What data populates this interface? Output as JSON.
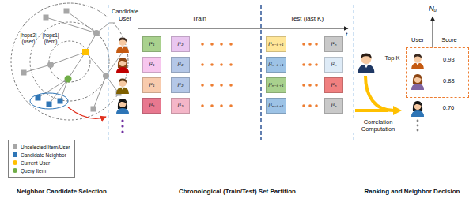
{
  "diagram": {
    "nodes": [
      {
        "text": [
          "I¹₁"
        ]
      },
      {
        "text": [
          "I¹₂"
        ]
      },
      {
        "text": [
          "I¹ₙ₋ₖ₊₁"
        ]
      },
      {
        "text": [
          "I¹ₙ"
        ]
      },
      {
        "text": [
          "I²₁"
        ]
      },
      {
        "text": [
          "I²₂"
        ]
      },
      {
        "text": [
          "I²ₙ₋ₖ₊₁"
        ]
      },
      {
        "text": [
          "I²ₙ"
        ]
      },
      {
        "text": [
          "I³₁"
        ]
      },
      {
        "text": [
          "I³₂"
        ]
      },
      {
        "text": [
          "I³ₙ₋ₖ₊₁"
        ]
      },
      {
        "text": [
          "I³ₙ"
        ]
      },
      {
        "text": [
          "I⁴₁"
        ]
      },
      {
        "text": [
          "I⁴₂"
        ]
      },
      {
        "text": [
          "I⁴ₙ₋ₖ₊₁"
        ]
      },
      {
        "text": [
          "I⁴ₙ"
        ]
      },
      {
        "text": [
          "0.93",
          "0.88"
        ]
      }
    ],
    "labels": [
      "|hops2|",
      "|hops1|",
      "(user)",
      "(item)",
      "Candidate User",
      "Train",
      "Test (last K)",
      "t",
      "Correlation Computation",
      "Top K",
      "Nᵤ",
      "User",
      "Score",
      "0.76",
      "Neighbor Candidate Selection",
      "Chronological (Train/Test) Set Partition",
      "Ranking and Neighbor Decision"
    ],
    "legend": [
      {
        "text": "Unselected Item/User",
        "color": "#a6a6a6"
      },
      {
        "text": "Candidate Neighbor",
        "color": "#2e75b6"
      },
      {
        "text": "Current User",
        "color": "#ffc000"
      },
      {
        "text": "Query Item",
        "color": "#70ad47"
      }
    ]
  }
}
